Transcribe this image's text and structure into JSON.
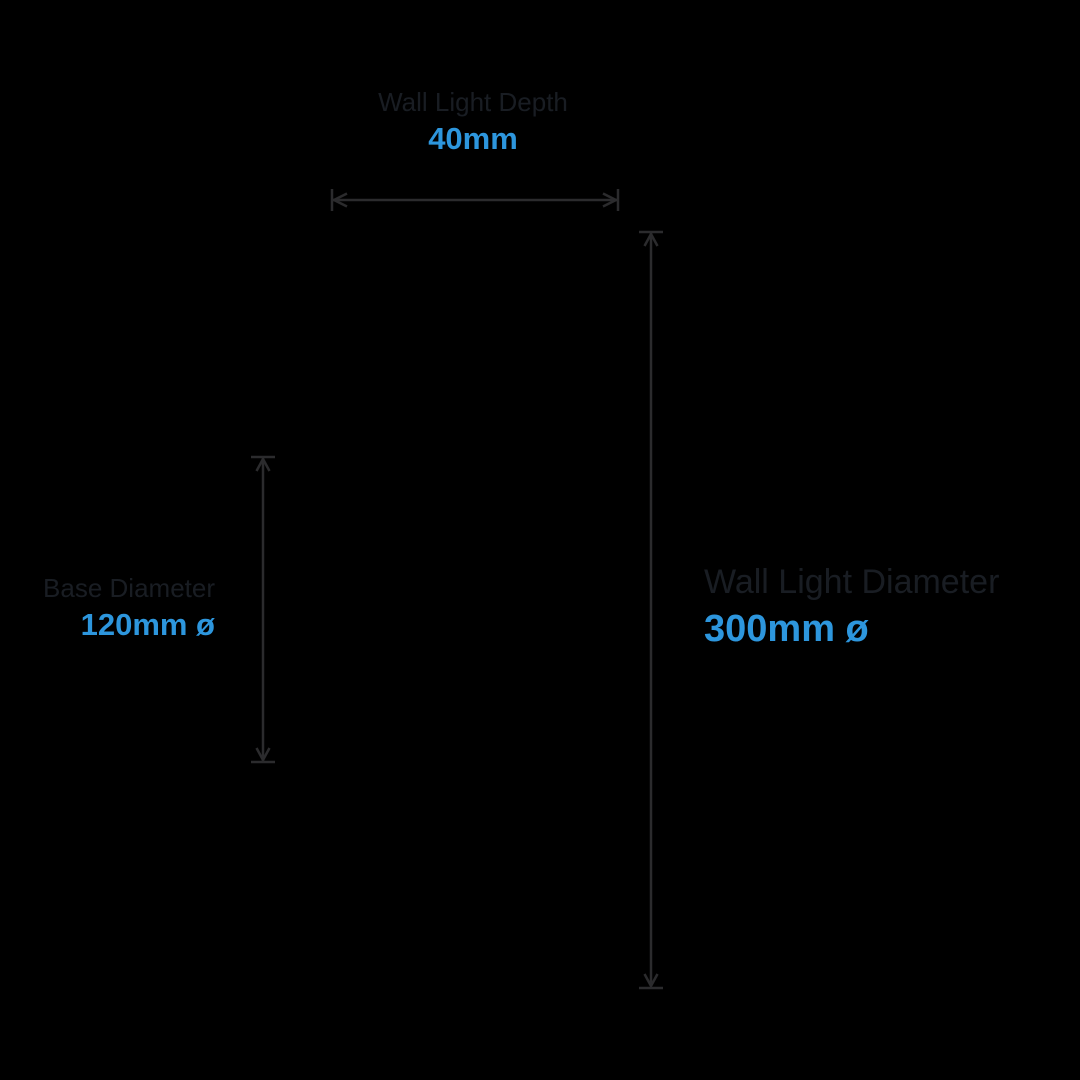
{
  "diagram": {
    "background_color": "#000000",
    "colors": {
      "accent_blue": "#2d96dd",
      "muted_label_gray": "#191d23",
      "dimension_line_gray": "#2b2b2d"
    },
    "dimensions": {
      "depth": {
        "label": "Wall Light Depth",
        "value": "40mm"
      },
      "base_diameter": {
        "label": "Base Diameter",
        "value": "120mm ø"
      },
      "wall_light_diameter": {
        "label": "Wall Light Diameter",
        "value": "300mm ø"
      }
    }
  }
}
